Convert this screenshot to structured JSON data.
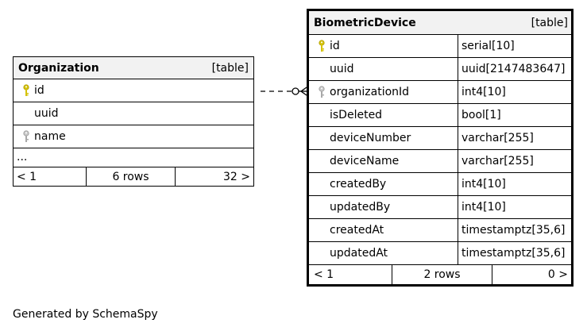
{
  "tables": {
    "organization": {
      "name": "Organization",
      "kind": "[table]",
      "columns": [
        {
          "name": "id",
          "key": "primary"
        },
        {
          "name": "uuid",
          "key": "none"
        },
        {
          "name": "name",
          "key": "index"
        }
      ],
      "ellipsis": "...",
      "footer": {
        "prev": "< 1",
        "rows": "6 rows",
        "next": "32 >"
      }
    },
    "biometric_device": {
      "name": "BiometricDevice",
      "kind": "[table]",
      "columns": [
        {
          "name": "id",
          "type": "serial[10]",
          "key": "primary"
        },
        {
          "name": "uuid",
          "type": "uuid[2147483647]",
          "key": "none"
        },
        {
          "name": "organizationId",
          "type": "int4[10]",
          "key": "foreign"
        },
        {
          "name": "isDeleted",
          "type": "bool[1]",
          "key": "none"
        },
        {
          "name": "deviceNumber",
          "type": "varchar[255]",
          "key": "none"
        },
        {
          "name": "deviceName",
          "type": "varchar[255]",
          "key": "none"
        },
        {
          "name": "createdBy",
          "type": "int4[10]",
          "key": "none"
        },
        {
          "name": "updatedBy",
          "type": "int4[10]",
          "key": "none"
        },
        {
          "name": "createdAt",
          "type": "timestamptz[35,6]",
          "key": "none"
        },
        {
          "name": "updatedAt",
          "type": "timestamptz[35,6]",
          "key": "none"
        }
      ],
      "footer": {
        "prev": "< 1",
        "rows": "2 rows",
        "next": "0 >"
      }
    }
  },
  "relationship": {
    "from": "organization.id",
    "to": "biometric_device.organizationId",
    "style": "dashed"
  },
  "colors": {
    "primary_key": "#d4c20a",
    "index_key": "#a8a8a8",
    "header_bg": "#f2f2f2"
  },
  "icons": {
    "primary_key": "key-icon",
    "index_key": "key-icon"
  },
  "generated_by": "Generated by SchemaSpy"
}
